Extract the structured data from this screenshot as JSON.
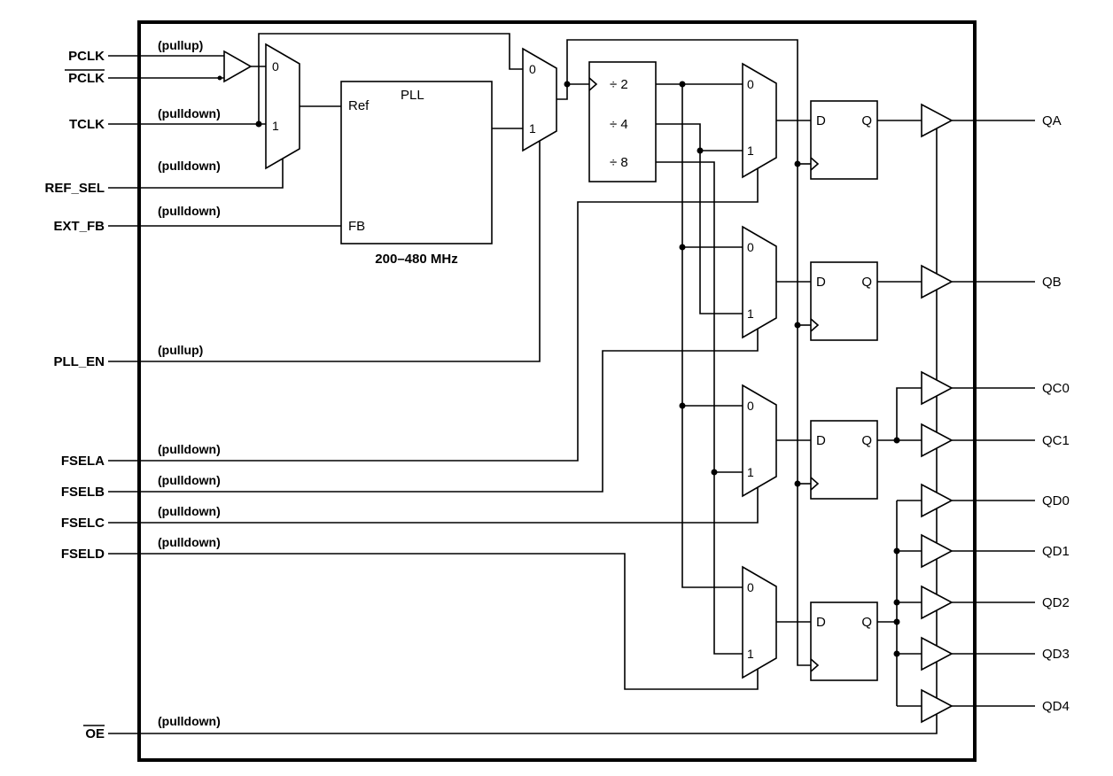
{
  "colors": {
    "line": "#000000",
    "background": "#ffffff"
  },
  "inputs": {
    "pclk": {
      "label": "PCLK",
      "pull": "(pullup)"
    },
    "pclk_n": {
      "label": "PCLK"
    },
    "tclk": {
      "label": "TCLK",
      "pull": "(pulldown)"
    },
    "ref_sel": {
      "label": "REF_SEL",
      "pull": "(pulldown)"
    },
    "ext_fb": {
      "label": "EXT_FB",
      "pull": "(pulldown)"
    },
    "pll_en": {
      "label": "PLL_EN",
      "pull": "(pullup)"
    },
    "fsela": {
      "label": "FSELA",
      "pull": "(pulldown)"
    },
    "fselb": {
      "label": "FSELB",
      "pull": "(pulldown)"
    },
    "fselc": {
      "label": "FSELC",
      "pull": "(pulldown)"
    },
    "fseld": {
      "label": "FSELD",
      "pull": "(pulldown)"
    },
    "oe": {
      "label": "OE",
      "pull": "(pulldown)"
    }
  },
  "pll": {
    "name": "PLL",
    "ref_pin": "Ref",
    "fb_pin": "FB",
    "range": "200–480 MHz"
  },
  "divider": {
    "taps": [
      "÷ 2",
      "÷ 4",
      "÷ 8"
    ]
  },
  "mux": {
    "in0": "0",
    "in1": "1"
  },
  "flipflop": {
    "d": "D",
    "q": "Q"
  },
  "outputs": [
    "QA",
    "QB",
    "QC0",
    "QC1",
    "QD0",
    "QD1",
    "QD2",
    "QD3",
    "QD4"
  ]
}
